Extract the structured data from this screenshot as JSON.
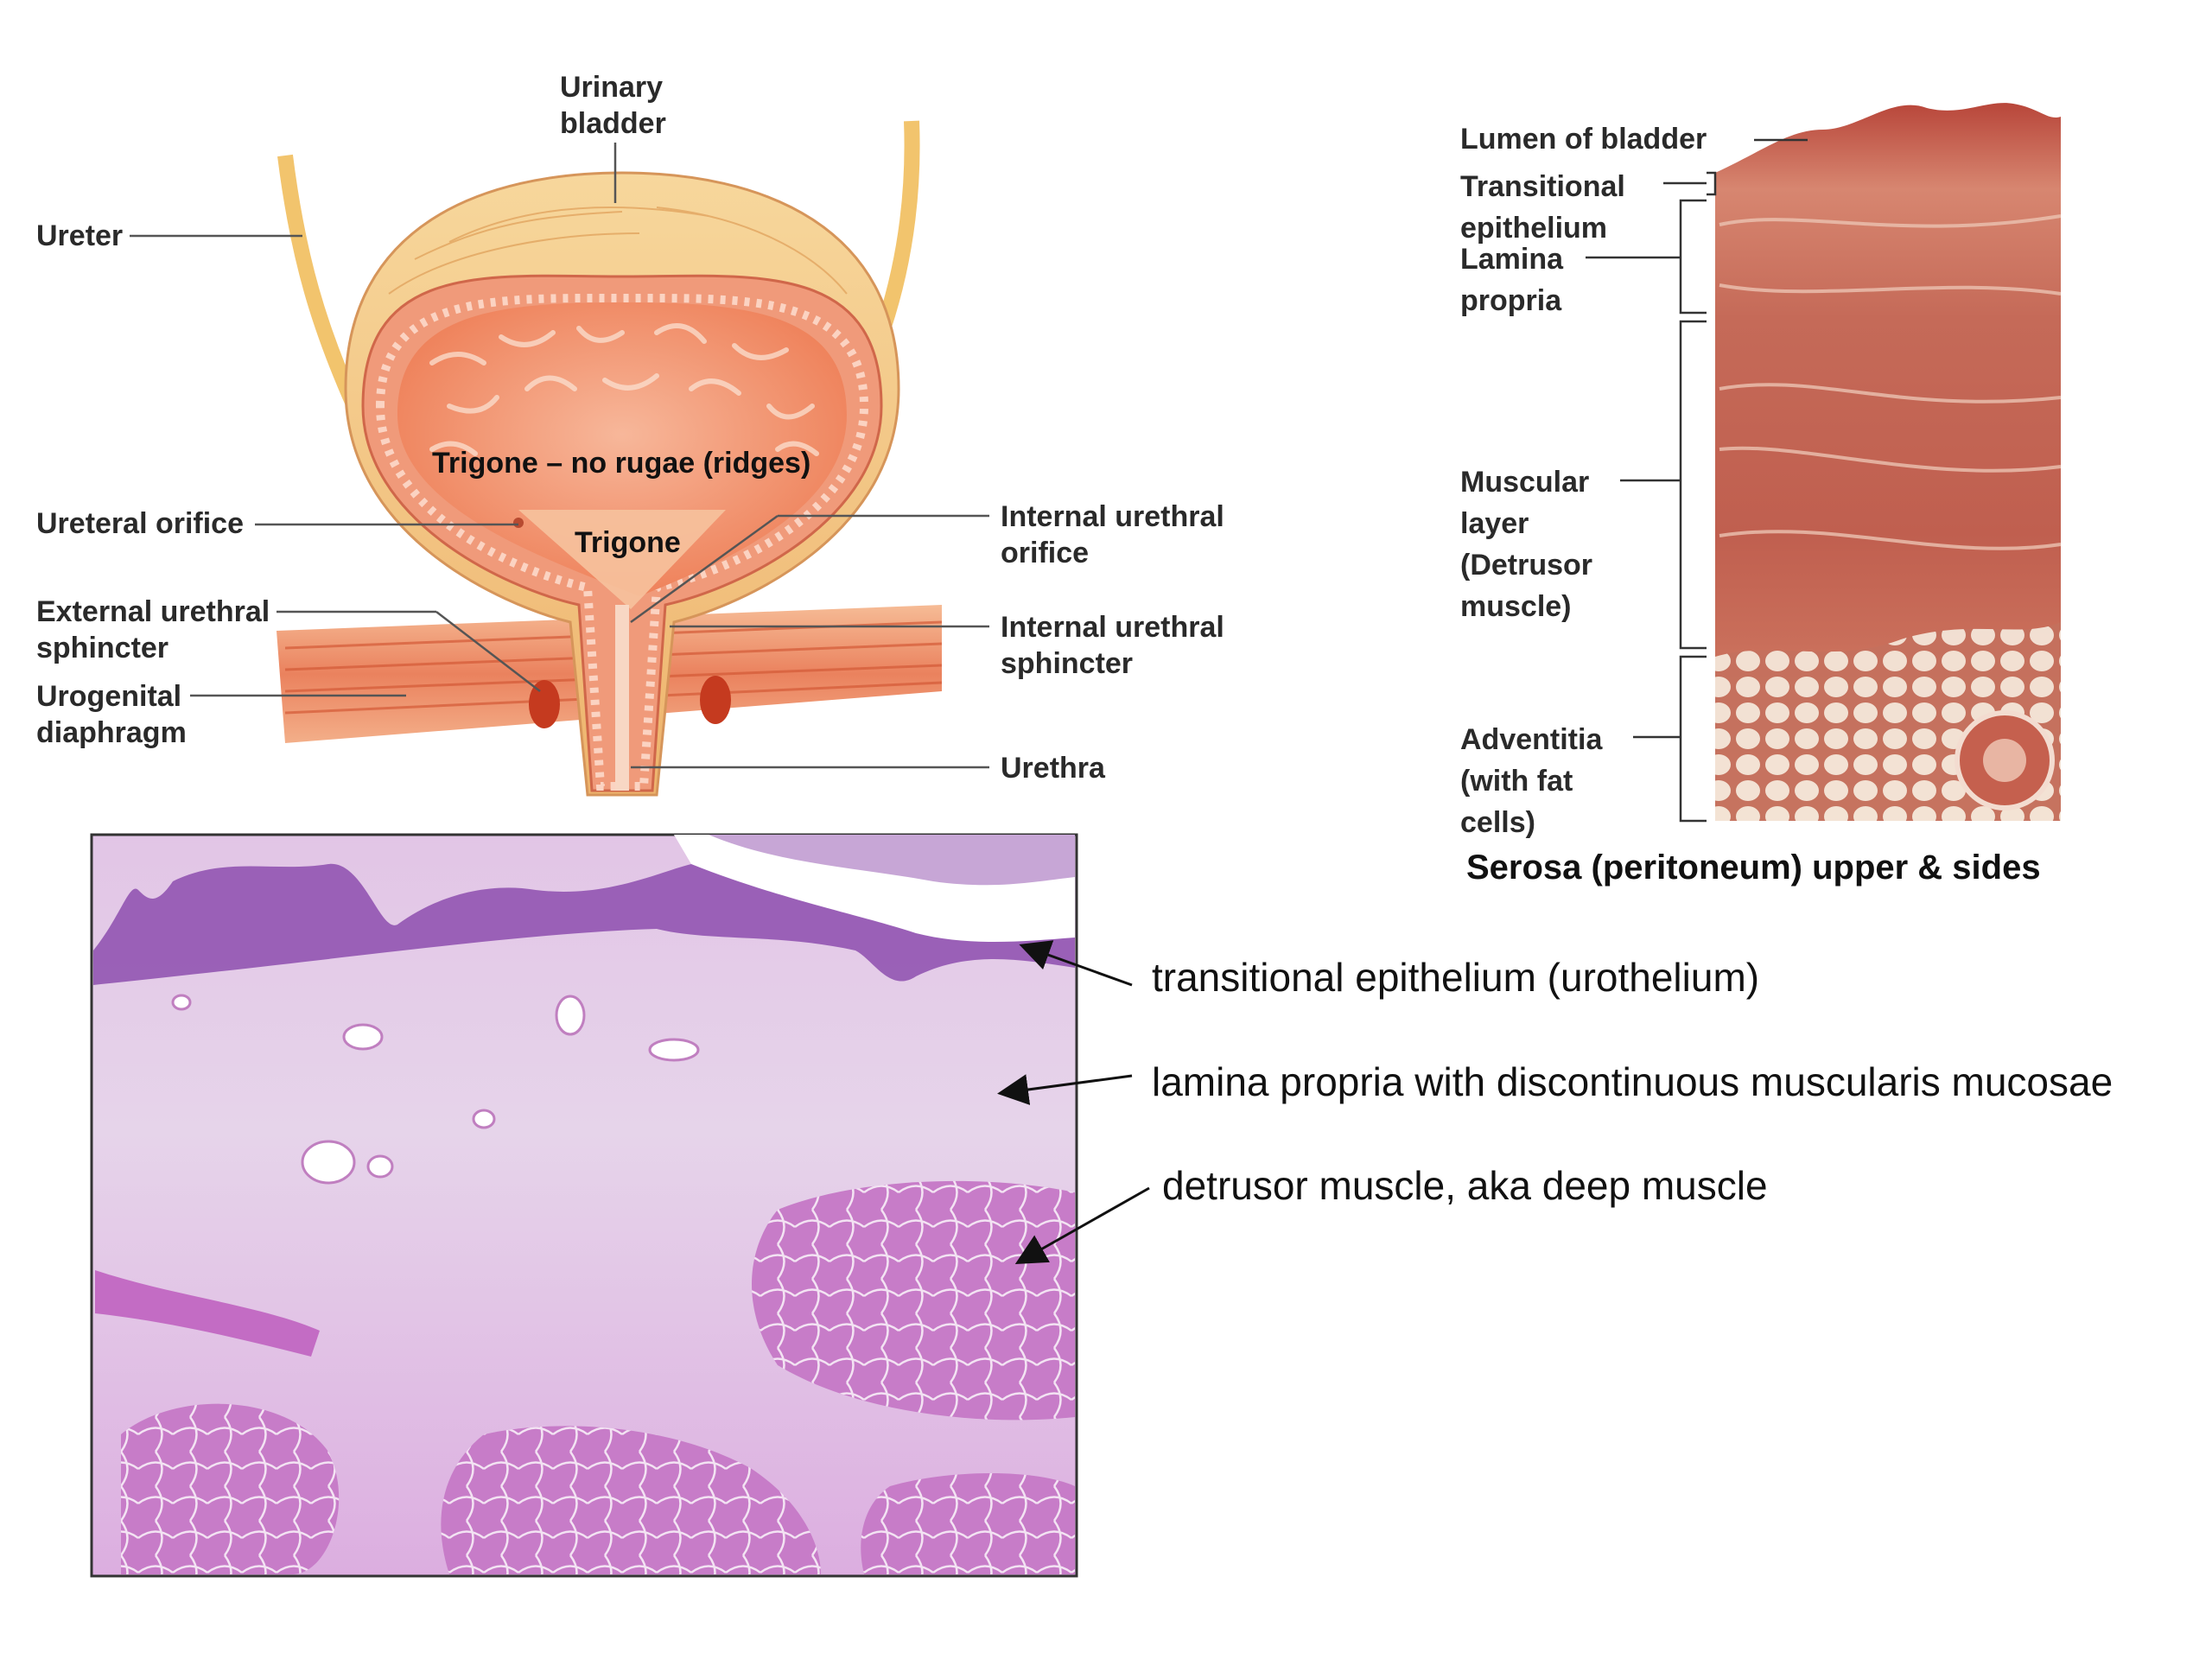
{
  "anatomy": {
    "urinary_bladder": "Urinary\nbladder",
    "ureter": "Ureter",
    "trigone_rugae": "Trigone – no rugae (ridges)",
    "trigone": "Trigone",
    "ureteral_orifice": "Ureteral orifice",
    "internal_urethral_orifice": "Internal urethral\norifice",
    "external_urethral_sphincter": "External urethral\nsphincter",
    "internal_urethral_sphincter": "Internal urethral\nsphincter",
    "urogenital_diaphragm": "Urogenital\ndiaphragm",
    "urethra": "Urethra"
  },
  "wall_section": {
    "lumen": "Lumen of bladder",
    "transitional": "Transitional\nepithelium",
    "lamina": "Lamina\npropria",
    "muscular": "Muscular\nlayer\n(Detrusor\nmuscle)",
    "adventitia": "Adventitia\n(with fat\ncells)",
    "caption": "Serosa (peritoneum) upper & sides"
  },
  "histology": {
    "label_epithelium": "transitional epithelium (urothelium)",
    "label_lamina": "lamina propria with discontinuous muscularis mucosae",
    "label_detrusor": "detrusor muscle, aka deep muscle"
  },
  "colors": {
    "bladder_outer": "#f4c98a",
    "bladder_inner": "#f08a60",
    "muscle": "#e8805a",
    "tissue_red": "#c5654f",
    "he_pink": "#d9a6d8",
    "he_purple": "#8f4fa8"
  }
}
